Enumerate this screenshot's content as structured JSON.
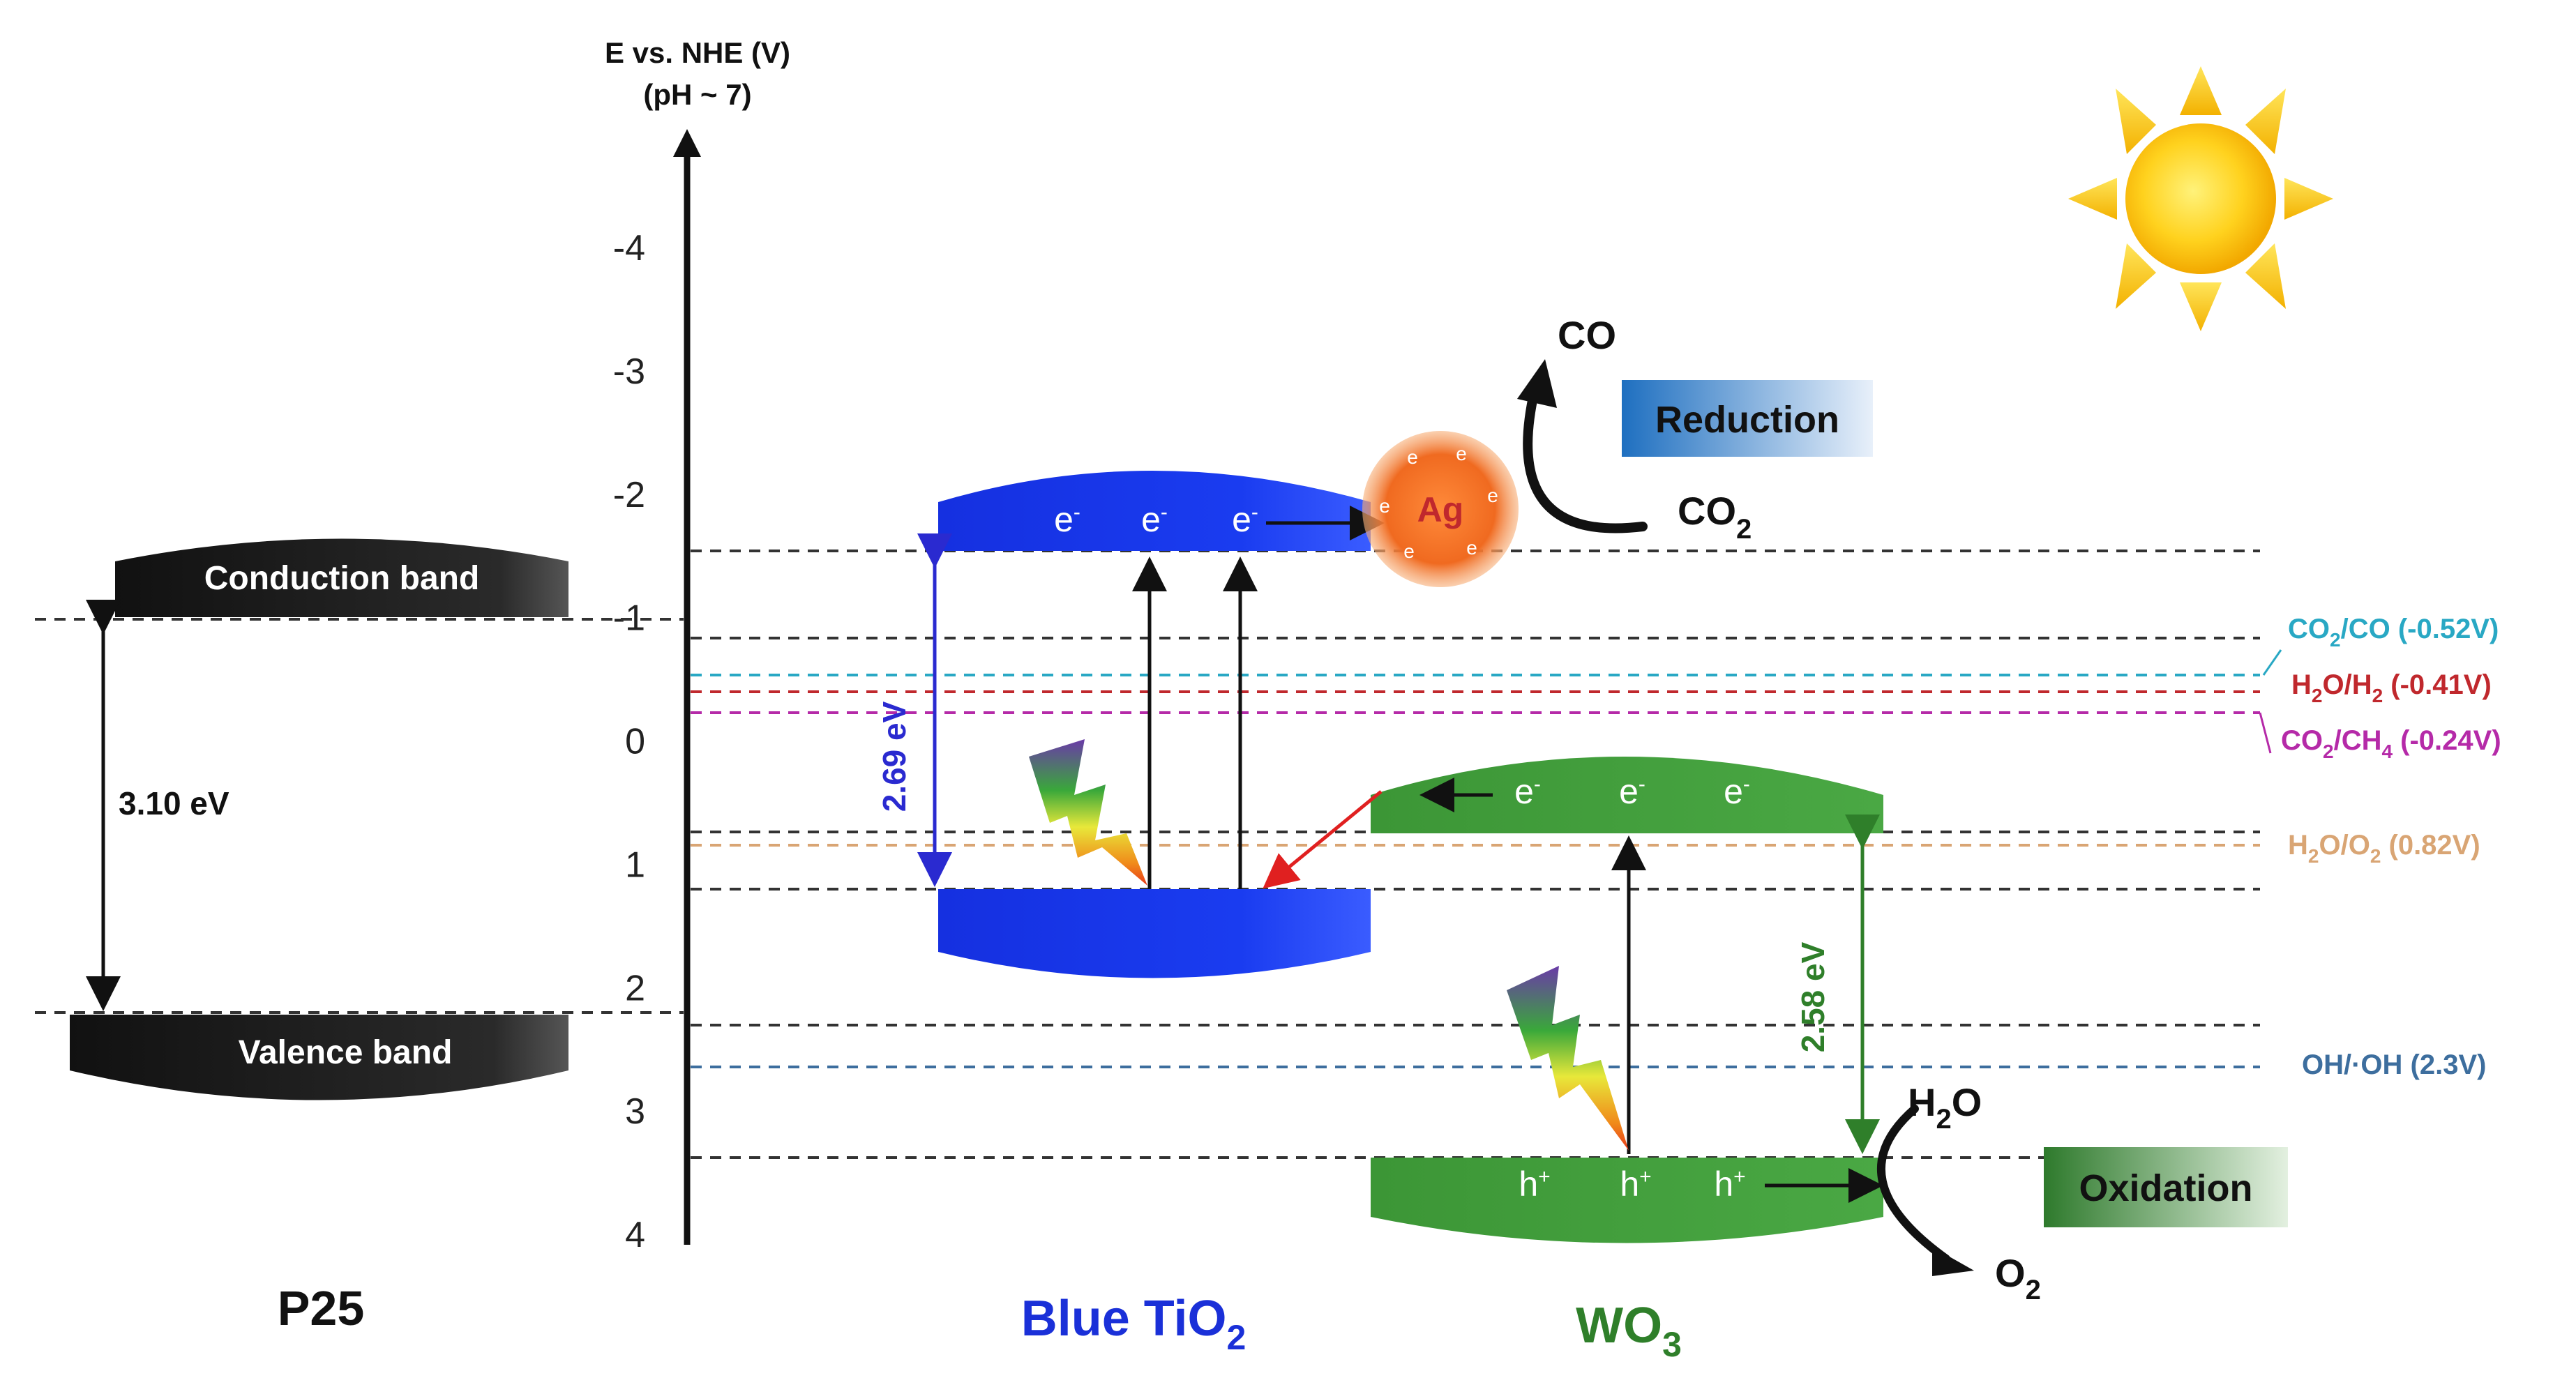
{
  "axis": {
    "title_line1": "E vs. NHE (V)",
    "title_line2": "(pH ~ 7)",
    "ticks": [
      "-4",
      "-3",
      "-2",
      "-1",
      "0",
      "1",
      "2",
      "3",
      "4"
    ]
  },
  "p25": {
    "name": "P25",
    "conduction_band": "Conduction band",
    "valence_band": "Valence band",
    "band_gap": "3.10 eV"
  },
  "blue_tio2": {
    "name_main": "Blue TiO",
    "name_sub": "2",
    "band_gap": "2.69 eV",
    "electron": "e",
    "electron_charge": "-"
  },
  "wo3": {
    "name": "WO",
    "name_sub": "3",
    "band_gap": "2.58 eV",
    "electron": "e",
    "electron_charge": "-",
    "hole": "h",
    "hole_charge": "+"
  },
  "ag": {
    "label": "Ag",
    "electron": "e"
  },
  "reduction": {
    "label": "Reduction",
    "product": "CO",
    "reactant_main": "CO",
    "reactant_sub": "2"
  },
  "oxidation": {
    "label": "Oxidation",
    "reactant_main": "H",
    "reactant_sub": "2",
    "reactant_tail": "O",
    "product_main": "O",
    "product_sub": "2"
  },
  "potentials": [
    {
      "a": "CO",
      "a_sub": "2",
      "b": "/CO",
      "b_sub": "",
      "value": "(-0.52V)",
      "color": "#29a8c4"
    },
    {
      "a": "H",
      "a_sub": "2",
      "b": "O/H",
      "b_sub": "2",
      "value": "(-0.41V)",
      "color": "#c0282d"
    },
    {
      "a": "CO",
      "a_sub": "2",
      "b": "/CH",
      "b_sub": "4",
      "value": "(-0.24V)",
      "color": "#b52aa8"
    },
    {
      "a": "H",
      "a_sub": "2",
      "b": "O/O",
      "b_sub": "2",
      "value": "(0.82V)",
      "color": "#d9a574"
    },
    {
      "a": "OH",
      "a_sub": "",
      "b": "/·OH",
      "b_sub": "",
      "value": "(2.3V)",
      "color": "#3d6e9e"
    }
  ],
  "colors": {
    "tio2_blue": "#1a35e6",
    "wo3_green": "#3f9a3a",
    "p25_black": "#111111",
    "ag_orange": "#f07a2a",
    "reduction_box": "#1e7fc8",
    "oxidation_box": "#3d8a3a"
  }
}
